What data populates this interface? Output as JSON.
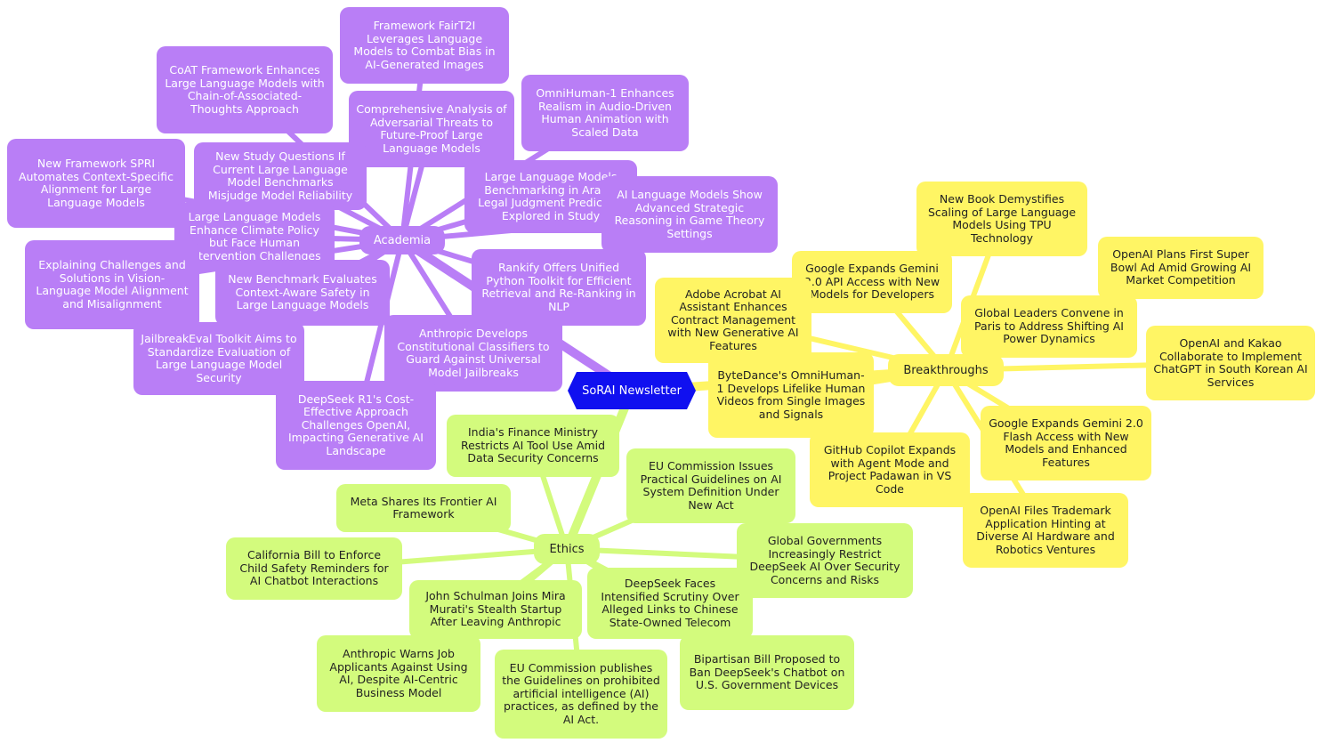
{
  "root": {
    "label": "SoRAI Newsletter",
    "color": "#1010f0"
  },
  "colors": {
    "academia": "#b97ef6",
    "breakthroughs": "#fff564",
    "ethics": "#d3fb7d"
  },
  "academia": {
    "label": "Academia",
    "items": [
      "Framework FairT2I Leverages Language Models to Combat Bias in AI-Generated Images",
      "CoAT Framework Enhances Large Language Models with Chain-of-Associated-Thoughts Approach",
      "Comprehensive Analysis of Adversarial Threats to Future-Proof Large Language Models",
      "OmniHuman-1 Enhances Realism in Audio-Driven Human Animation with Scaled Data",
      "New Framework SPRI Automates Context-Specific Alignment for Large Language Models",
      "New Study Questions If Current Large Language Model Benchmarks Misjudge Model Reliability",
      "Large Language Models Benchmarking in Arabic Legal Judgment Prediction Explored in Study",
      "AI Language Models Show Advanced Strategic Reasoning in Game Theory Settings",
      "Large Language Models Enhance Climate Policy but Face Human Intervention Challenges",
      "Explaining Challenges and Solutions in Vision-Language Model Alignment and Misalignment",
      "Rankify Offers Unified Python Toolkit for Efficient Retrieval and Re-Ranking in NLP",
      "New Benchmark Evaluates Context-Aware Safety in Large Language Models",
      "Anthropic Develops Constitutional Classifiers to Guard Against Universal Model Jailbreaks",
      "JailbreakEval Toolkit Aims to Standardize Evaluation of Large Language Model Security",
      "DeepSeek R1's Cost-Effective Approach Challenges OpenAI, Impacting Generative AI Landscape"
    ]
  },
  "breakthroughs": {
    "label": "Breakthroughs",
    "items": [
      "New Book Demystifies Scaling of Large Language Models Using TPU Technology",
      "OpenAI Plans First Super Bowl Ad Amid Growing AI Market Competition",
      "Google Expands Gemini 2.0 API Access with New Models for Developers",
      "Global Leaders Convene in Paris to Address Shifting AI Power Dynamics",
      "Adobe Acrobat AI Assistant Enhances Contract Management with New Generative AI Features",
      "OpenAI and Kakao Collaborate to Implement ChatGPT in South Korean AI Services",
      "ByteDance's OmniHuman-1 Develops Lifelike Human Videos from Single Images and Signals",
      "Google Expands Gemini 2.0 Flash Access with New Models and Enhanced Features",
      "GitHub Copilot Expands with Agent Mode and Project Padawan in VS Code",
      "OpenAI Files Trademark Application Hinting at Diverse AI Hardware and Robotics Ventures"
    ]
  },
  "ethics": {
    "label": "Ethics",
    "items": [
      "India's Finance Ministry Restricts AI Tool Use Amid Data Security Concerns",
      "EU Commission Issues Practical Guidelines on AI System Definition Under New Act",
      "Meta Shares Its Frontier AI Framework",
      "Global Governments Increasingly Restrict DeepSeek AI Over Security Concerns and Risks",
      "California Bill to Enforce Child Safety Reminders for AI Chatbot Interactions",
      "DeepSeek Faces Intensified Scrutiny Over Alleged Links to Chinese State-Owned Telecom",
      "John Schulman Joins Mira Murati's Stealth Startup After Leaving Anthropic",
      "Anthropic Warns Job Applicants Against Using AI, Despite AI-Centric Business Model",
      "EU Commission publishes the Guidelines on prohibited artificial intelligence (AI) practices, as defined by the AI Act.",
      "Bipartisan Bill Proposed to Ban DeepSeek's Chatbot on U.S. Government Devices"
    ]
  }
}
